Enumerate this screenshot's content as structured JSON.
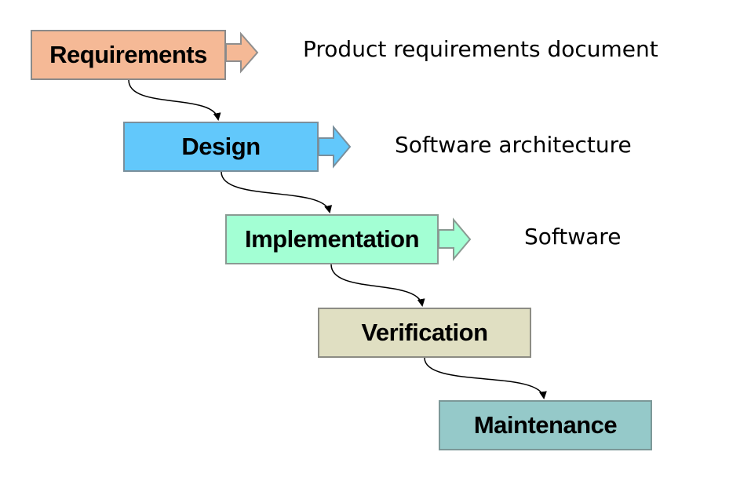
{
  "diagram": {
    "phases": [
      {
        "id": "requirements",
        "label": "Requirements",
        "fill": "#f5b996"
      },
      {
        "id": "design",
        "label": "Design",
        "fill": "#62c8fb"
      },
      {
        "id": "implementation",
        "label": "Implementation",
        "fill": "#a3ffd4"
      },
      {
        "id": "verification",
        "label": "Verification",
        "fill": "#e0dfc2"
      },
      {
        "id": "maintenance",
        "label": "Maintenance",
        "fill": "#95c9c9"
      }
    ],
    "outputs": [
      {
        "phase": "requirements",
        "label": "Product requirements document",
        "arrow_fill": "#f5b996"
      },
      {
        "phase": "design",
        "label": "Software architecture",
        "arrow_fill": "#62c8fb"
      },
      {
        "phase": "implementation",
        "label": "Software",
        "arrow_fill": "#a3ffd4"
      }
    ]
  }
}
